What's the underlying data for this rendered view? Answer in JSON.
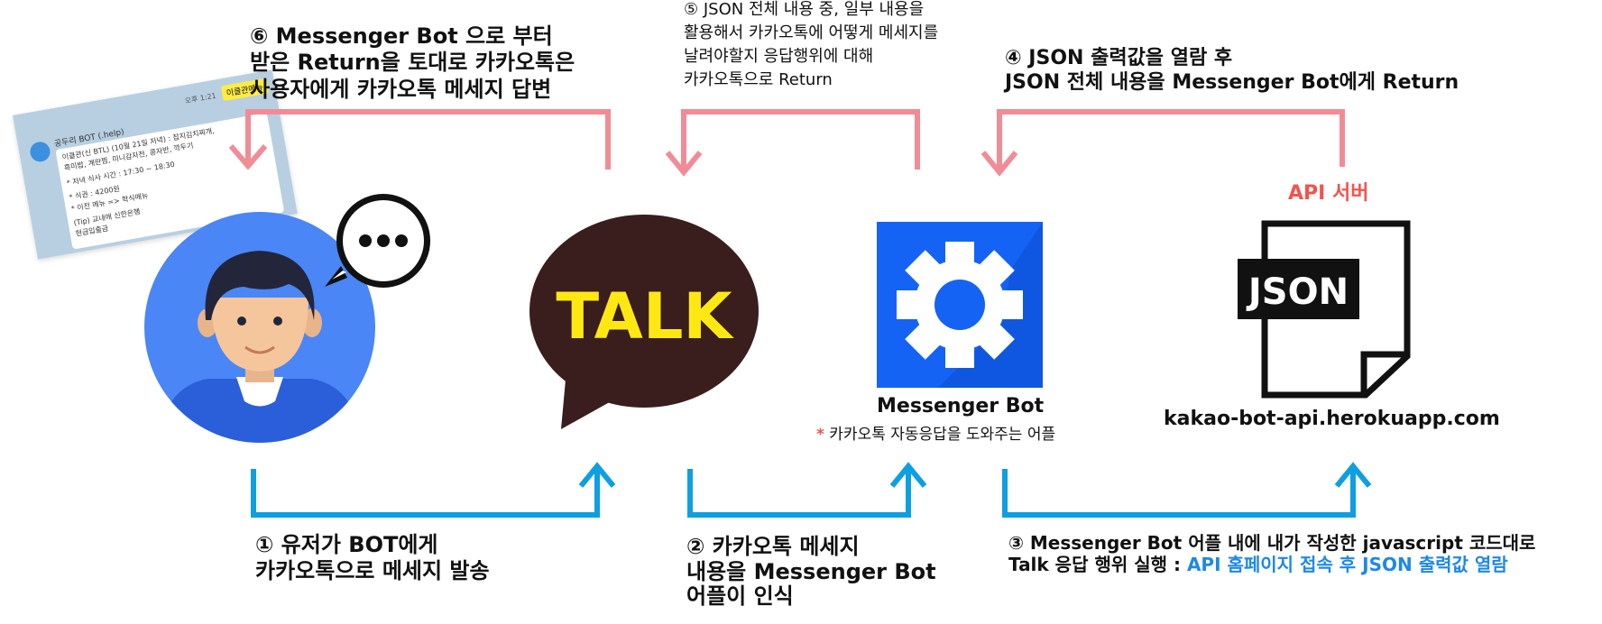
{
  "steps": {
    "step1": {
      "lines": [
        "① 유저가 BOT에게",
        "카카오톡으로 메세지 발송"
      ]
    },
    "step2": {
      "lines": [
        "② 카카오톡 메세지",
        "내용을  Messenger Bot",
        "어플이 인식"
      ]
    },
    "step3": {
      "line1": "③  Messenger Bot 어플 내에 내가 작성한 javascript 코드대로",
      "line2_prefix": "Talk 응답 행위 실행 : ",
      "line2_highlight": "API 홈페이지 접속 후 JSON 출력값 열람"
    },
    "step4": {
      "lines": [
        "④ JSON 출력값을 열람 후",
        "JSON 전체 내용을  Messenger Bot에게 Return"
      ]
    },
    "step5": {
      "lines": [
        "⑤ JSON 전체 내용 중, 일부 내용을",
        "활용해서 카카오톡에 어떻게 메세지를",
        "날려야할지 응답행위에 대해",
        "카카오톡으로 Return"
      ]
    },
    "step6": {
      "lines": [
        "⑥ Messenger Bot  으로 부터",
        "받은 Return을 토대로 카카오톡은",
        "사용자에게 카카오톡 메세지 답변"
      ]
    }
  },
  "nodes": {
    "talk": {
      "logo_text": "TALK"
    },
    "messenger_bot": {
      "title": "Messenger Bot",
      "caption_mark": "*",
      "caption": "카카오톡 자동응답을 도와주는 어플"
    },
    "api_server": {
      "label": "API 서버",
      "file_text": "JSON",
      "domain": "kakao-bot-api.herokuapp.com"
    }
  },
  "chat_preview": {
    "bot_name": "공두리 BOT (.help)",
    "time": "오후 1:21",
    "user_bubble": "이클관메뉴",
    "lines": [
      "이클관(신 BTL) (10월 21일 저녁) : 잡지김치찌개,",
      "흑미밥, 계란찜, 미니감자전, 콩자반, 깍두기",
      "* 저녁 식사 시간 : 17:30 ~ 18:30",
      "* 식권 : 4200원",
      "* 이전 메뉴 => 학식메뉴",
      "(Tip) 교내에 신한은행",
      "현금입출금"
    ]
  },
  "colors": {
    "arrow_blue": "#0e9fe0",
    "arrow_pink": "#f08c96",
    "highlight_blue": "#1e88e5",
    "api_label_red": "#f0544f",
    "user_circle_blue": "#4a86f5",
    "bot_blue": "#1463f5",
    "talk_brown": "#3a1d1d",
    "talk_yellow": "#ffe812"
  },
  "icons": [
    "user-avatar-icon",
    "speech-bubble-dots-icon",
    "kakao-talk-logo-icon",
    "gear-app-icon",
    "json-file-icon"
  ]
}
